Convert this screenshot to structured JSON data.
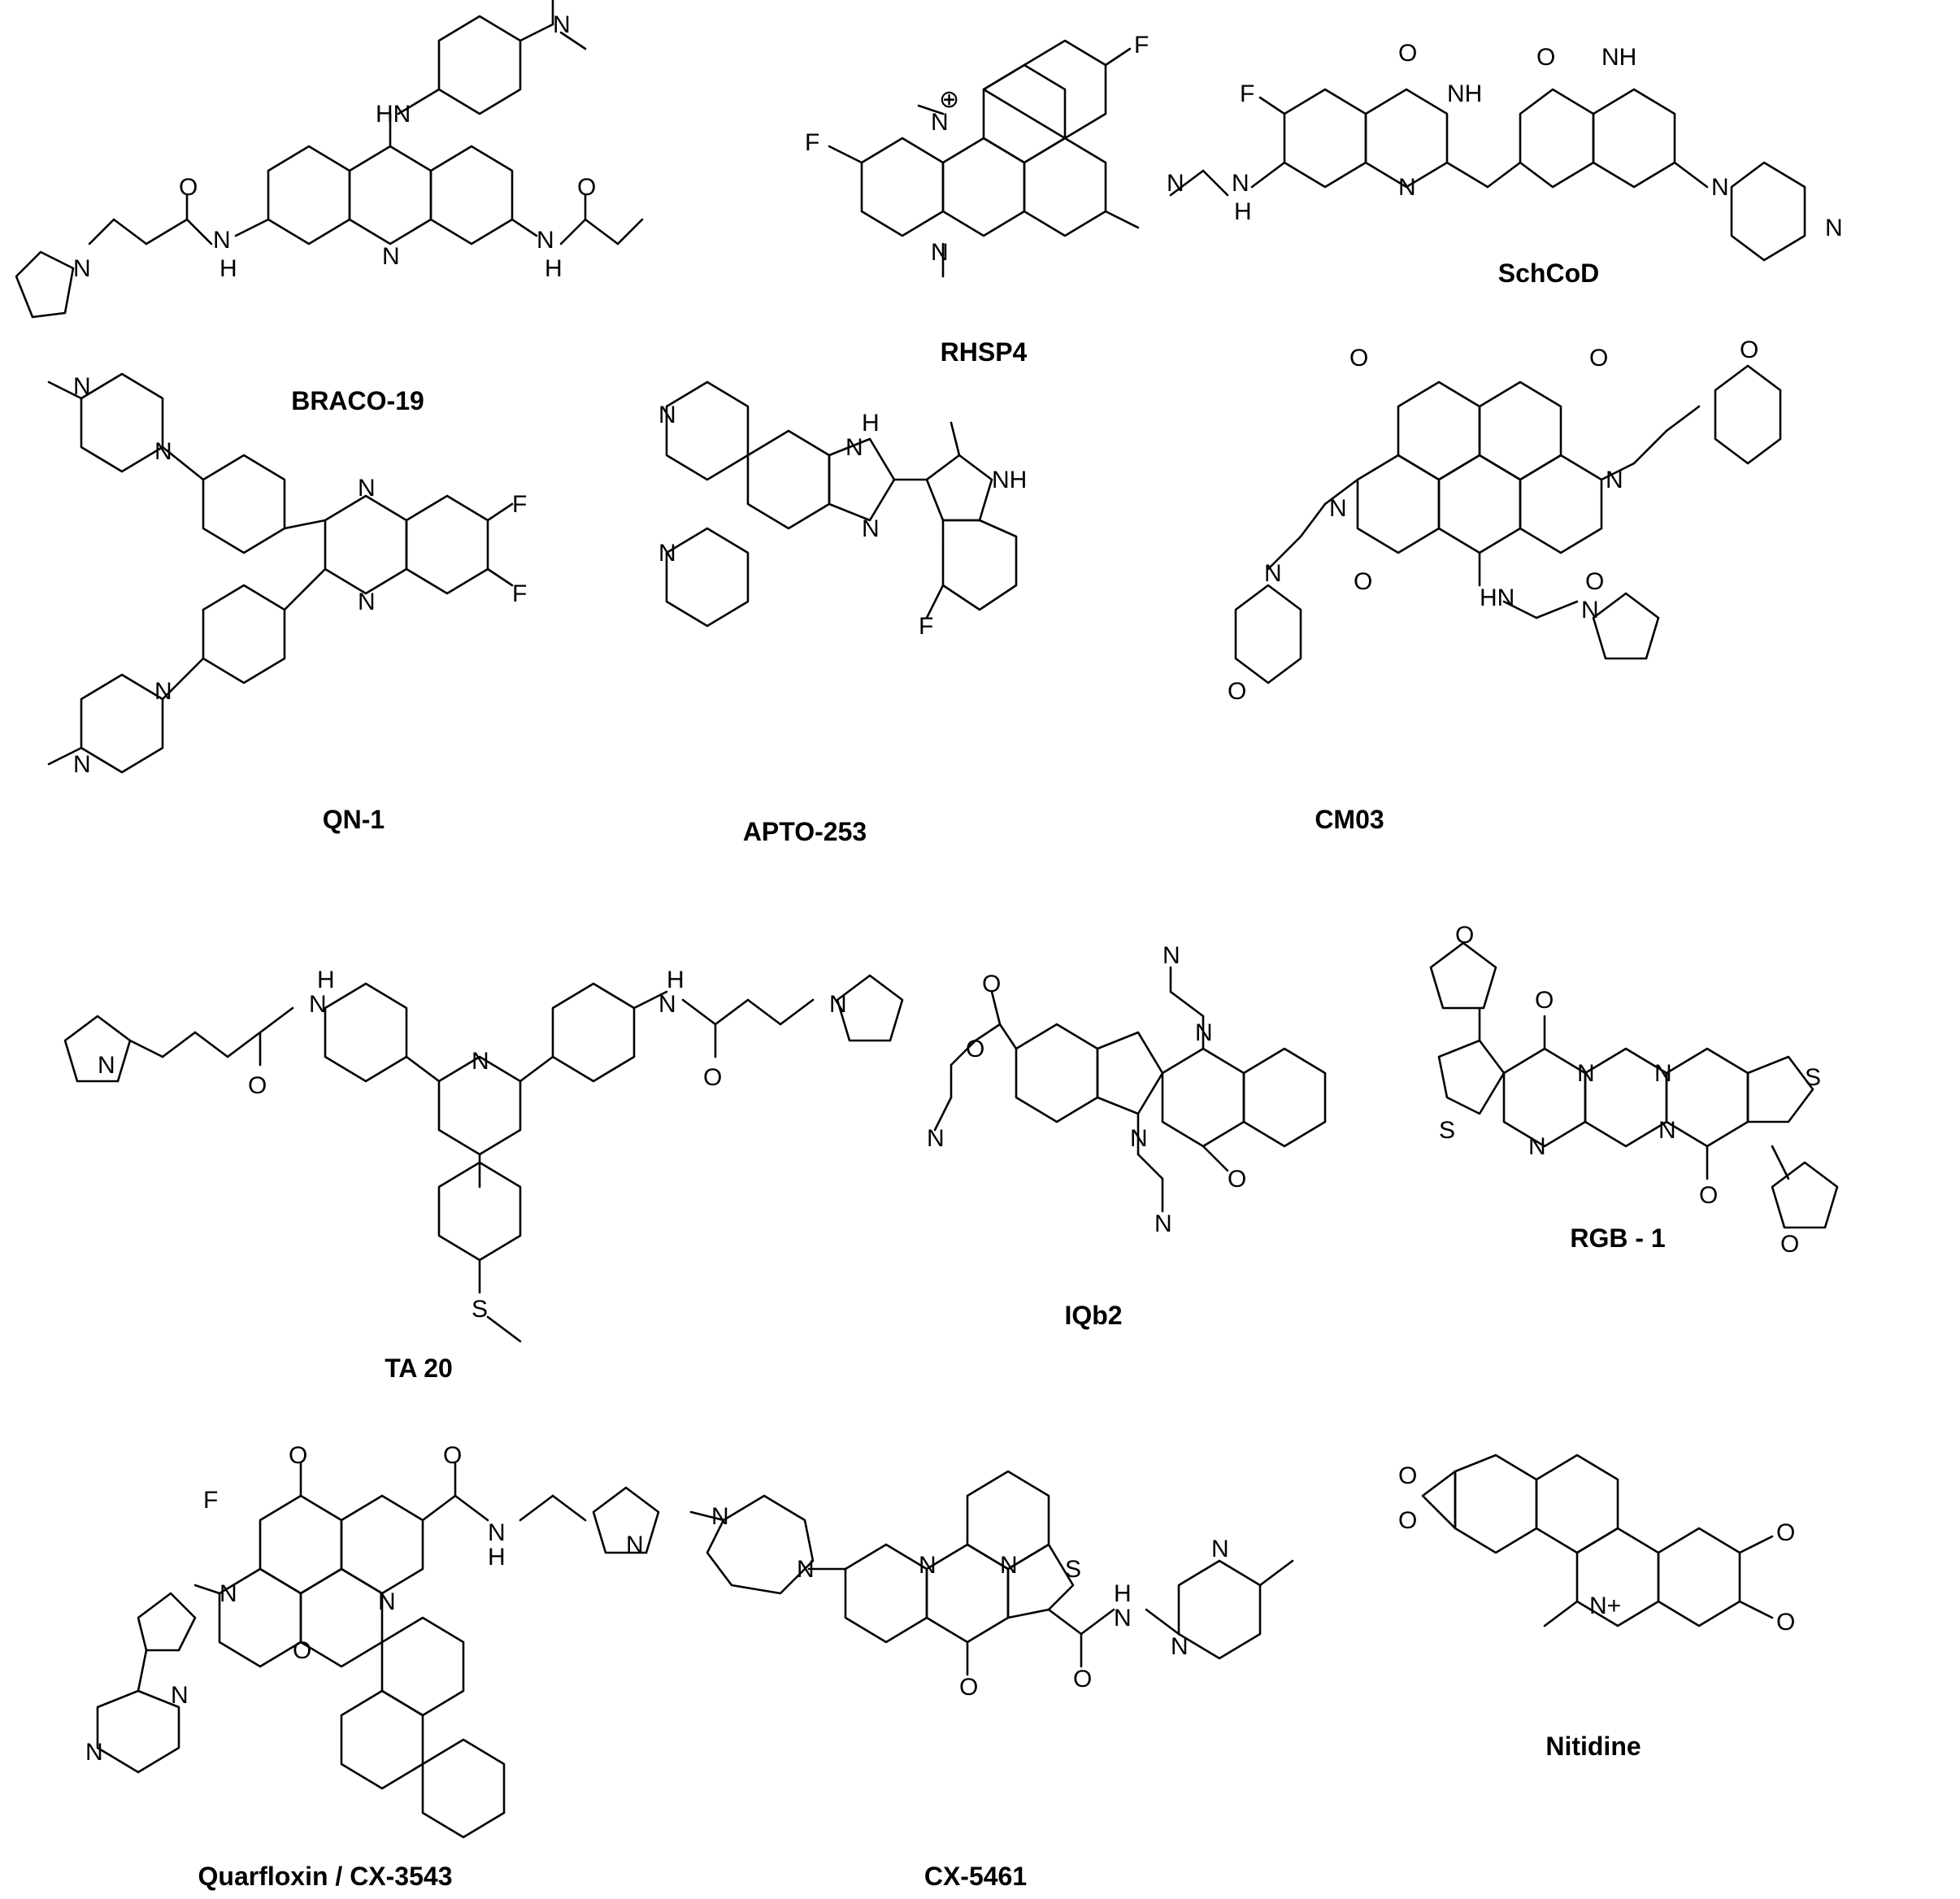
{
  "figure": {
    "compounds": [
      {
        "id": "braco19",
        "name": "BRACO-19",
        "atoms": [
          "N",
          "HN",
          "N",
          "H",
          "N",
          "H",
          "O",
          "O",
          "N",
          "N"
        ]
      },
      {
        "id": "rhsp4",
        "name": "RHSP4",
        "atoms": [
          "F",
          "N",
          "⊕",
          "F",
          "N"
        ]
      },
      {
        "id": "schcod",
        "name": "SchCoD",
        "atoms": [
          "F",
          "O",
          "NH",
          "O",
          "NH",
          "N",
          "H",
          "N",
          "N",
          "N",
          "N"
        ]
      },
      {
        "id": "qn1",
        "name": "QN-1",
        "atoms": [
          "N",
          "N",
          "N",
          "N",
          "F",
          "F",
          "N",
          "N"
        ]
      },
      {
        "id": "apto253",
        "name": "APTO-253",
        "atoms": [
          "N",
          "H",
          "N",
          "NH",
          "N",
          "N",
          "F"
        ]
      },
      {
        "id": "cm03",
        "name": "CM03",
        "atoms": [
          "O",
          "O",
          "O",
          "N",
          "N",
          "O",
          "O",
          "N",
          "O",
          "HN",
          "N"
        ]
      },
      {
        "id": "ta20",
        "name": "TA 20",
        "atoms": [
          "H",
          "N",
          "O",
          "N",
          "N",
          "H",
          "N",
          "O",
          "N",
          "S"
        ]
      },
      {
        "id": "iqb2",
        "name": "IQb2",
        "atoms": [
          "N",
          "O",
          "O",
          "N",
          "N",
          "O",
          "N",
          "N"
        ]
      },
      {
        "id": "rgb1",
        "name": "RGB - 1",
        "atoms": [
          "O",
          "O",
          "N",
          "N",
          "S",
          "S",
          "N",
          "N",
          "O",
          "O"
        ]
      },
      {
        "id": "quarfloxin",
        "name": "Quarfloxin / CX-3543",
        "atoms": [
          "O",
          "O",
          "F",
          "H",
          "N",
          "N",
          "N",
          "O",
          "N",
          "N",
          "N"
        ]
      },
      {
        "id": "cx5461",
        "name": "CX-5461",
        "atoms": [
          "N",
          "N",
          "N",
          "N",
          "S",
          "H",
          "N",
          "N",
          "N",
          "O",
          "O"
        ]
      },
      {
        "id": "nitidine",
        "name": "Nitidine",
        "atoms": [
          "O",
          "O",
          "N+",
          "O",
          "O"
        ]
      }
    ]
  }
}
